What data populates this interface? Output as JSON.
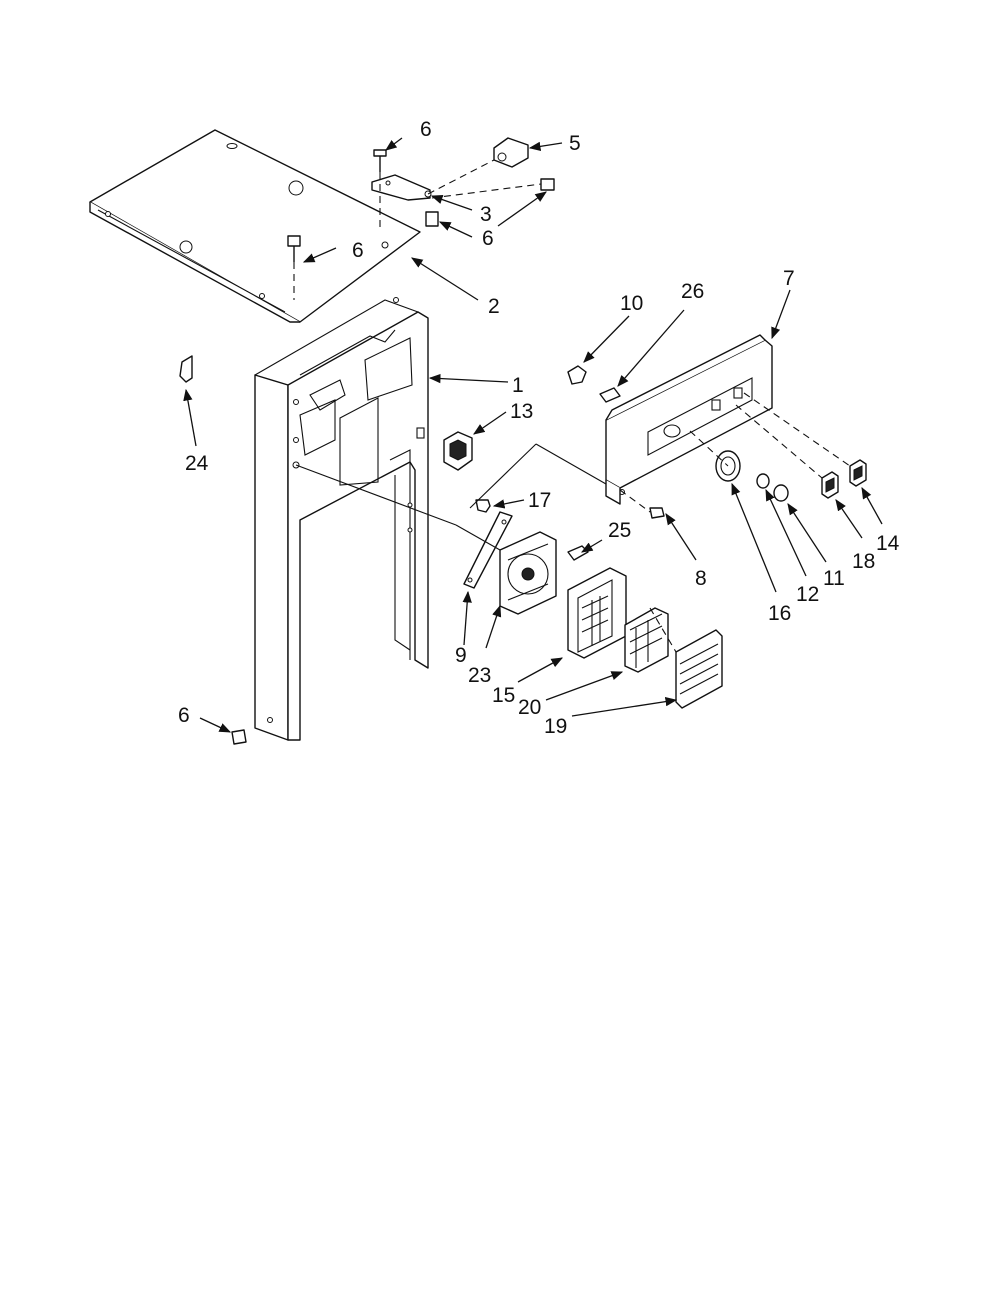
{
  "callouts": {
    "c1": "1",
    "c2": "2",
    "c3": "3",
    "c5": "5",
    "c6a": "6",
    "c6b": "6",
    "c6c": "6",
    "c6d": "6",
    "c7": "7",
    "c8": "8",
    "c9": "9",
    "c10": "10",
    "c11": "11",
    "c12": "12",
    "c13": "13",
    "c14": "14",
    "c15": "15",
    "c16": "16",
    "c17": "17",
    "c18": "18",
    "c19": "19",
    "c20": "20",
    "c23": "23",
    "c24": "24",
    "c25": "25",
    "c26": "26"
  }
}
